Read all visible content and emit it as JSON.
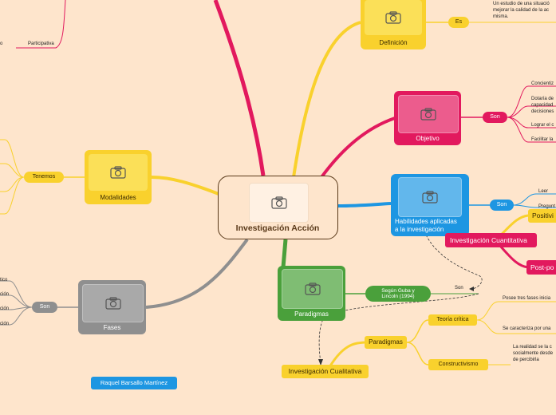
{
  "central": {
    "title": "Investigación Acción"
  },
  "definicion": {
    "title": "Definición",
    "connector": "Es",
    "text_lines": [
      "Un estudio de una situació",
      "mejorar la calidad de la ac",
      "misma."
    ]
  },
  "objetivo": {
    "title": "Objetivo",
    "connector": "Son",
    "items": [
      [
        "Concientiz"
      ],
      [
        "Dotaría de",
        "capacidad",
        "decisiones"
      ],
      [
        "Lograr el c"
      ],
      [
        "Facilitar la"
      ]
    ]
  },
  "habilidades": {
    "title_lines": [
      "Habilidades aplicadas",
      "a la investigación"
    ],
    "connector": "Son",
    "items": [
      "Leer",
      "Pregunt"
    ]
  },
  "cuantitativa": {
    "title": "Investigación Cuantitativa",
    "children": [
      "Positivi",
      "Post-po"
    ]
  },
  "paradigmas_main": {
    "title": "Paradigmas",
    "connector_lines": [
      "Según Guba y",
      "Lincoln (1994)"
    ],
    "son_label": "Son"
  },
  "paradigmas_sub": {
    "title": "Paradigmas",
    "teoria": {
      "label": "Teoría crítica",
      "texts": [
        "Posee tres fases inicia",
        "Se caracteriza por una"
      ]
    },
    "constructivismo": {
      "label": "Constructivismo",
      "text_lines": [
        "La realidad se la c",
        "socialmente desde",
        "de percibirla"
      ]
    }
  },
  "cualitativa": {
    "title": "Investigación Cualitativa"
  },
  "modalidades": {
    "title": "Modalidades",
    "connector": "Tenemos"
  },
  "fases": {
    "title": "Fases",
    "connector": "Son",
    "items": [
      "tico",
      "ción",
      "ción",
      "ción"
    ]
  },
  "top_left": {
    "item": "Participativa",
    "partial": "o"
  },
  "author": "Raquel Barsallo Martínez",
  "colors": {
    "background": "#fee5cc",
    "yellow": "#f9d12d",
    "pink": "#e2195e",
    "blue": "#1d96e2",
    "green": "#4aa03b",
    "gray": "#8f8f8f",
    "brown": "#5a3a1a"
  }
}
